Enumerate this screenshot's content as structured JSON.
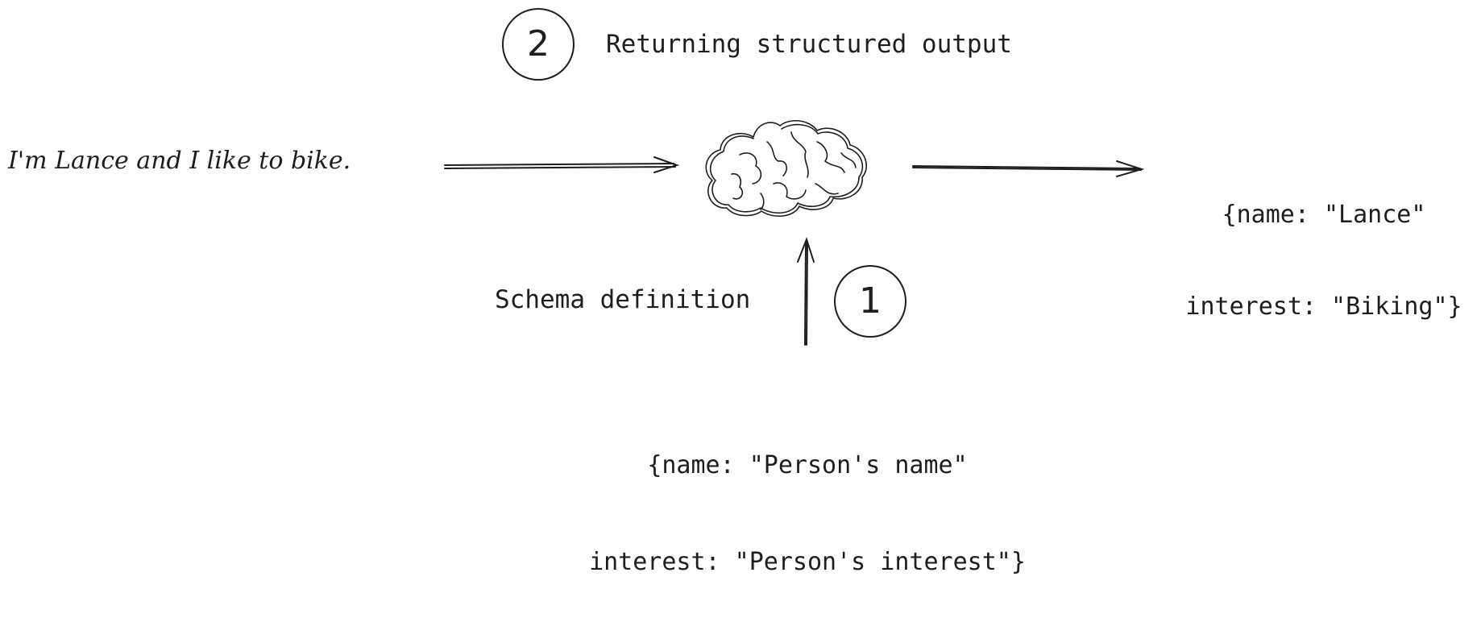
{
  "steps": {
    "step2": {
      "number": "2",
      "label": "Returning structured output"
    },
    "step1": {
      "number": "1",
      "label": "Schema definition"
    }
  },
  "input_text": "I'm Lance and I like to bike.",
  "output": {
    "line1": "{name: \"Lance\"",
    "line2": "interest: \"Biking\"}"
  },
  "schema": {
    "line1": "{name: \"Person's name\"",
    "line2": "interest: \"Person's interest\"}"
  },
  "icons": {
    "model": "brain-icon"
  },
  "colors": {
    "stroke": "#1e1e1e",
    "background": "#ffffff"
  }
}
